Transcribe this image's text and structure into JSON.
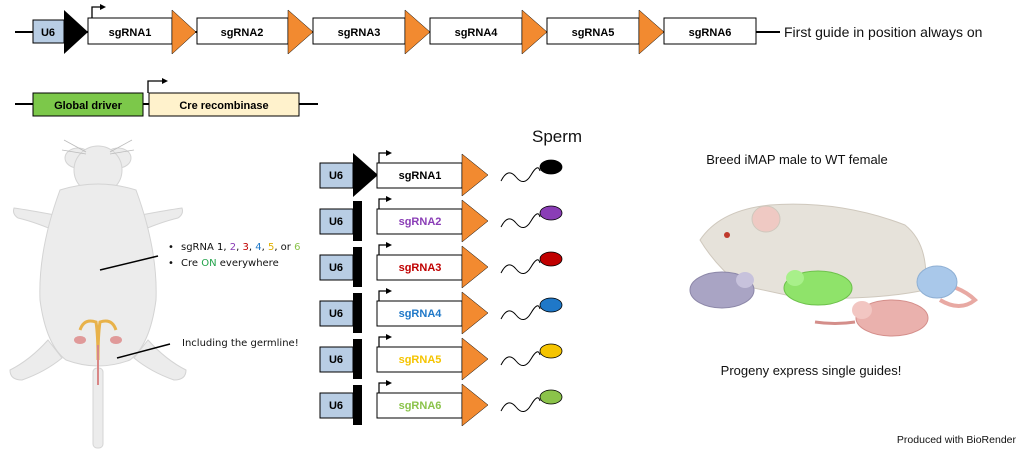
{
  "top_construct": {
    "promoter": "U6",
    "guides": [
      "sgRNA1",
      "sgRNA2",
      "sgRNA3",
      "sgRNA4",
      "sgRNA5",
      "sgRNA6"
    ],
    "note": "First guide in position always on"
  },
  "cre_construct": {
    "driver": "Global driver",
    "gene": "Cre recombinase"
  },
  "mouse_annotation": {
    "bullet1_prefix": "sgRNA ",
    "bullet1_numbers": [
      "1",
      "2",
      "3",
      "4",
      "5",
      "6"
    ],
    "bullet1_sep1": ", ",
    "bullet1_or": ", or ",
    "bullet2_prefix": "Cre ",
    "bullet2_on": "ON",
    "bullet2_suffix": " everywhere",
    "germline": "Including the germline!"
  },
  "sperm_panel": {
    "title": "Sperm",
    "promoter": "U6",
    "rows": [
      {
        "guide": "sgRNA1",
        "color": "#000000"
      },
      {
        "guide": "sgRNA2",
        "color": "#8a3db6"
      },
      {
        "guide": "sgRNA3",
        "color": "#c00000"
      },
      {
        "guide": "sgRNA4",
        "color": "#1f78c8"
      },
      {
        "guide": "sgRNA5",
        "color": "#f5c400"
      },
      {
        "guide": "sgRNA6",
        "color": "#8bc34a"
      }
    ]
  },
  "breeding": {
    "top_text": "Breed iMAP male to WT female",
    "bottom_text": "Progeny express single guides!"
  },
  "colors": {
    "u6_fill": "#b8cde4",
    "arrow_orange": "#f28a30",
    "driver_green": "#7cc84a",
    "cre_fill": "#fff2cc",
    "on_green": "#22a34a"
  },
  "credit": "Produced with BioRender"
}
